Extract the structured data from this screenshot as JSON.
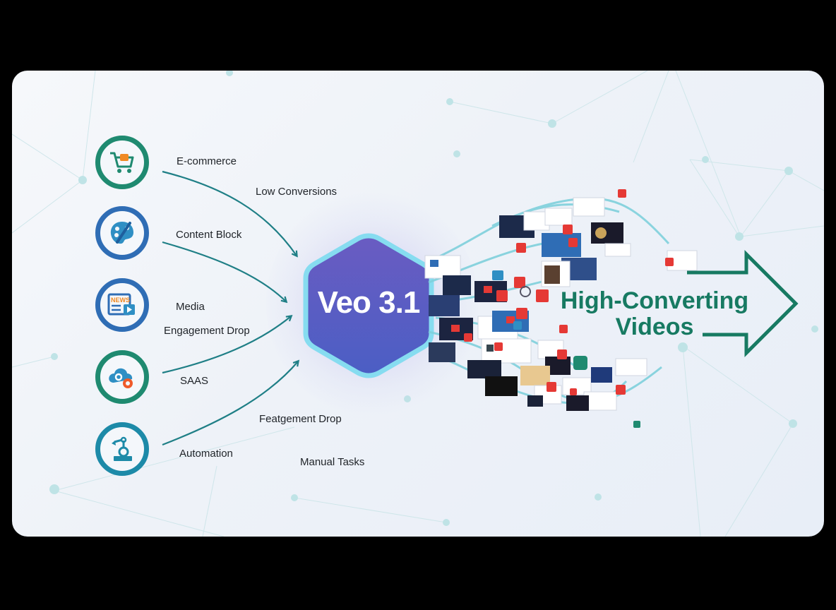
{
  "title": "Veo 3.1",
  "accent_colors": {
    "teal_green": "#1f8a70",
    "blue": "#2f6db5",
    "hex_purple": "#5a55c0",
    "hex_glow": "#7fd8ee",
    "output_green": "#177a62",
    "play_red": "#e53935"
  },
  "inputs": [
    {
      "label": "E-commerce",
      "icon": "shopping-cart-icon",
      "ring_color": "#1f8a70"
    },
    {
      "label": "Content Block",
      "icon": "palette-brush-icon",
      "ring_color": "#2f6db5"
    },
    {
      "label": "Media",
      "icon": "news-icon",
      "ring_color": "#2f6db5"
    },
    {
      "label": "SAAS",
      "icon": "cloud-gear-icon",
      "ring_color": "#1f8a70"
    },
    {
      "label": "Automation",
      "icon": "robot-arm-icon",
      "ring_color": "#1d8aa8"
    }
  ],
  "pain_points": [
    "Low Conversions",
    "Engagement Drop",
    "Featgement Drop",
    "Manual Tasks"
  ],
  "center": {
    "label": "Veo 3.1"
  },
  "output": {
    "line1": "High-Converting",
    "line2": "Videos",
    "icon": "arrow-right-icon"
  }
}
